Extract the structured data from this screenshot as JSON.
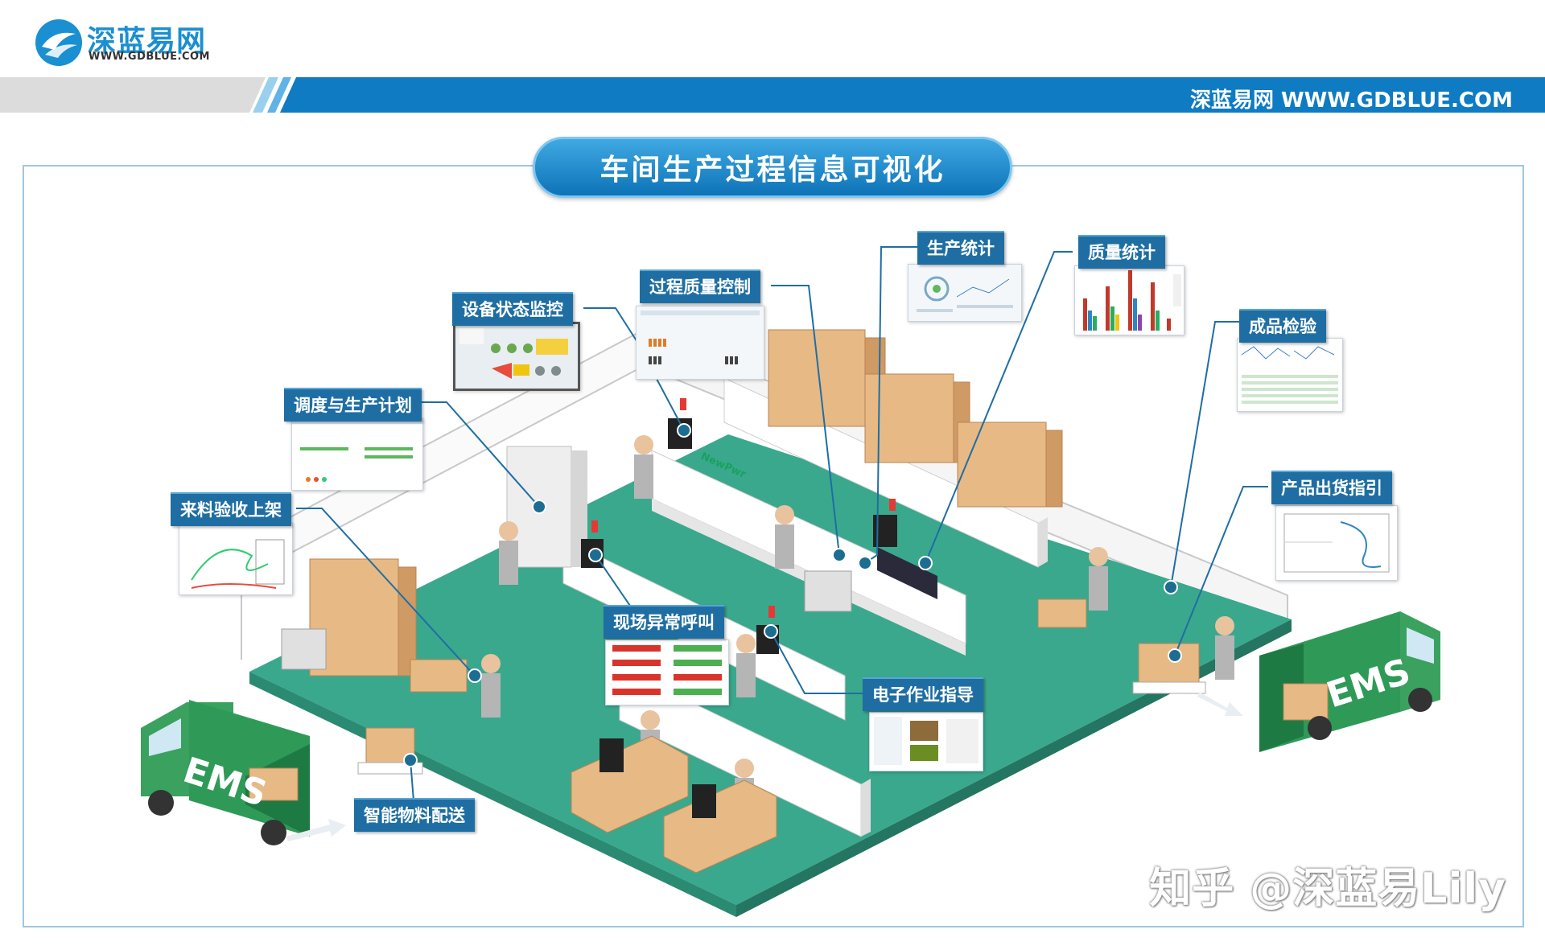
{
  "logo": {
    "name": "深蓝易网",
    "url": "WWW.GDBLUE.COM"
  },
  "header": {
    "text": "深蓝易网 WWW.GDBLUE.COM"
  },
  "title": "车间生产过程信息可视化",
  "labels": {
    "production_stats": "生产统计",
    "quality_stats": "质量统计",
    "process_quality": "过程质量控制",
    "equipment_monitor": "设备状态监控",
    "final_inspection": "成品检验",
    "scheduling": "调度与生产计划",
    "incoming_material": "来料验收上架",
    "shipping_guide": "产品出货指引",
    "andon_call": "现场异常呼叫",
    "e_sop": "电子作业指导",
    "smart_delivery": "智能物料配送"
  },
  "trucks": {
    "left": "EMS",
    "right": "EMS"
  },
  "machine_brand": "NewPwr",
  "watermark": "知乎 @深蓝易Lily",
  "colors": {
    "brand_blue": "#0d73b7",
    "floor_green": "#3aa88d",
    "label_bg": "#1f6ea3",
    "truck_green": "#2f9a57",
    "box_tan": "#e7b985"
  }
}
